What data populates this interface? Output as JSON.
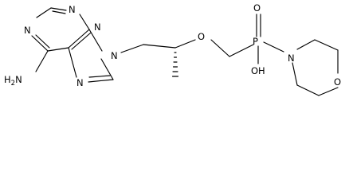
{
  "molecule": {
    "atoms": {
      "n_pyr_top": "N",
      "n_pyr_left": "N",
      "n_im_right": "N",
      "n9": "N",
      "n_im_bottom": "N",
      "amine": "H2N",
      "ether_o": "O",
      "phosphorus": "P",
      "phosphoryl_o": "O",
      "hydroxyl": "OH",
      "morph_n": "N",
      "morph_o": "O"
    }
  },
  "colors": {
    "bond": "#000000",
    "label": "#000000",
    "background": "#ffffff"
  }
}
